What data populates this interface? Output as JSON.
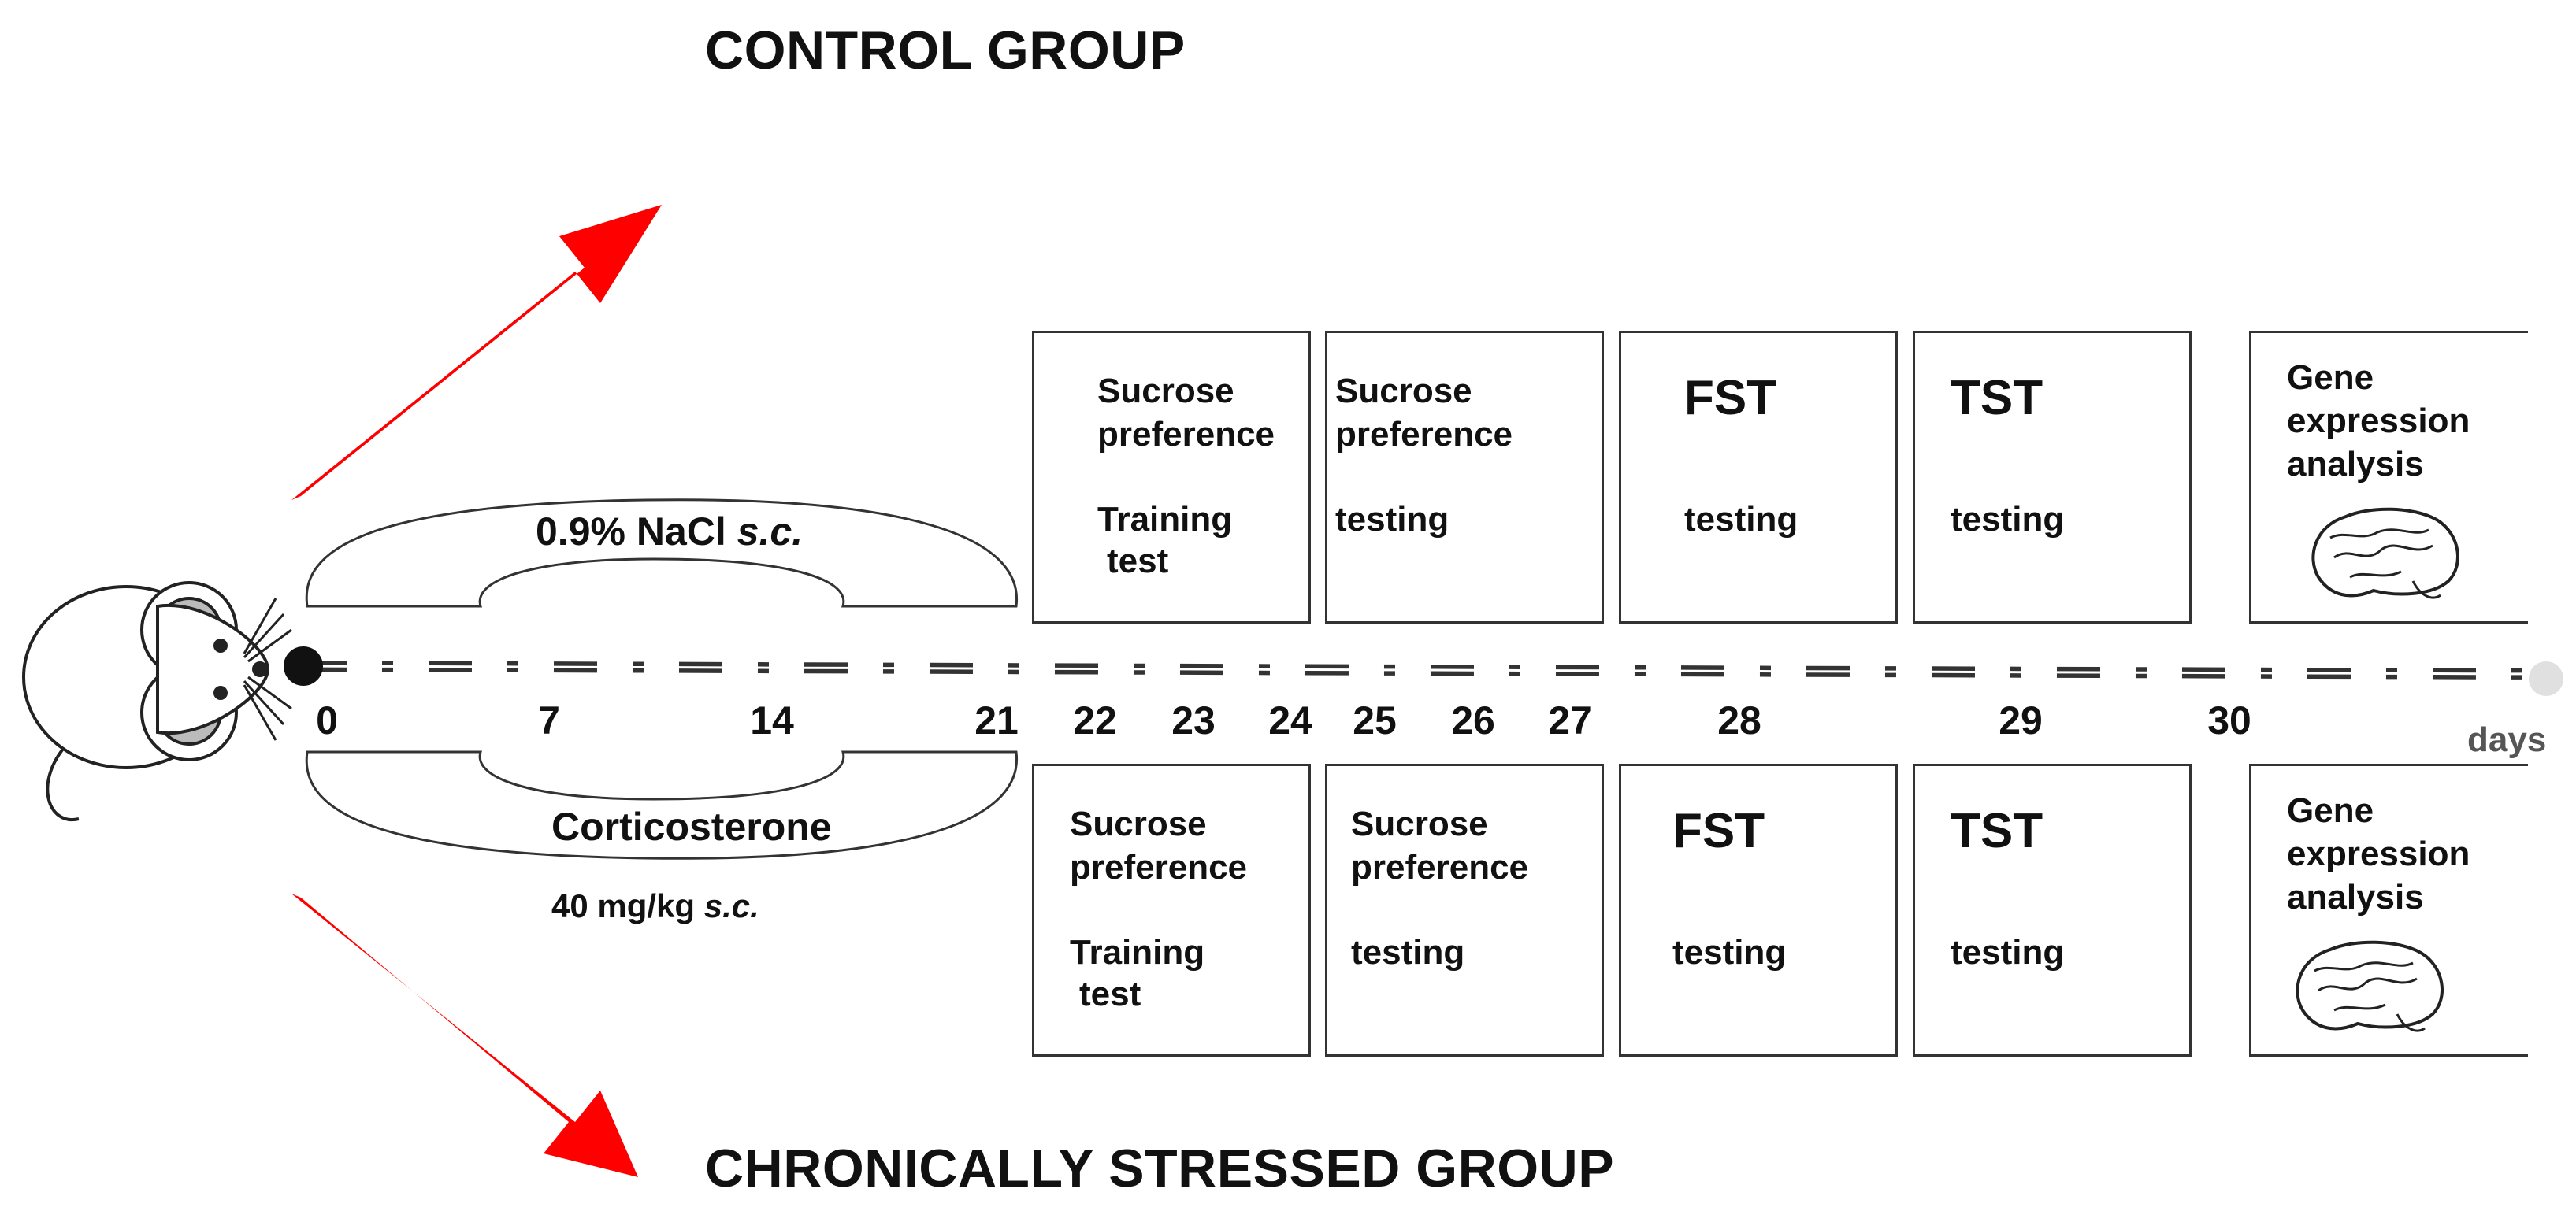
{
  "groups": {
    "control_title": "CONTROL GROUP",
    "stressed_title": "CHRONICALLY STRESSED GROUP"
  },
  "treatments": {
    "control_drug": "0.9% NaCl",
    "control_route": "s.c.",
    "stressed_drug": "Corticosterone",
    "stressed_dose": "40 mg/kg",
    "stressed_route": "s.c."
  },
  "timeline": {
    "days": [
      "0",
      "7",
      "14",
      "21",
      "22",
      "23",
      "24",
      "25",
      "26",
      "27",
      "28",
      "29",
      "30"
    ],
    "unit": "days"
  },
  "boxes": {
    "sucrose_training": {
      "line1": "Sucrose",
      "line2": "preference",
      "line3": "Training",
      "line4": "test"
    },
    "sucrose_testing": {
      "line1": "Sucrose",
      "line2": "preference",
      "line3": "testing"
    },
    "fst": {
      "title": "FST",
      "sub": "testing"
    },
    "tst": {
      "title": "TST",
      "sub": "testing"
    },
    "gene": {
      "line1": "Gene",
      "line2": "expression",
      "line3": "analysis"
    }
  },
  "colors": {
    "arrow": "#ff0000",
    "line": "#333333"
  },
  "icons": [
    "mouse-icon",
    "brain-icon"
  ]
}
